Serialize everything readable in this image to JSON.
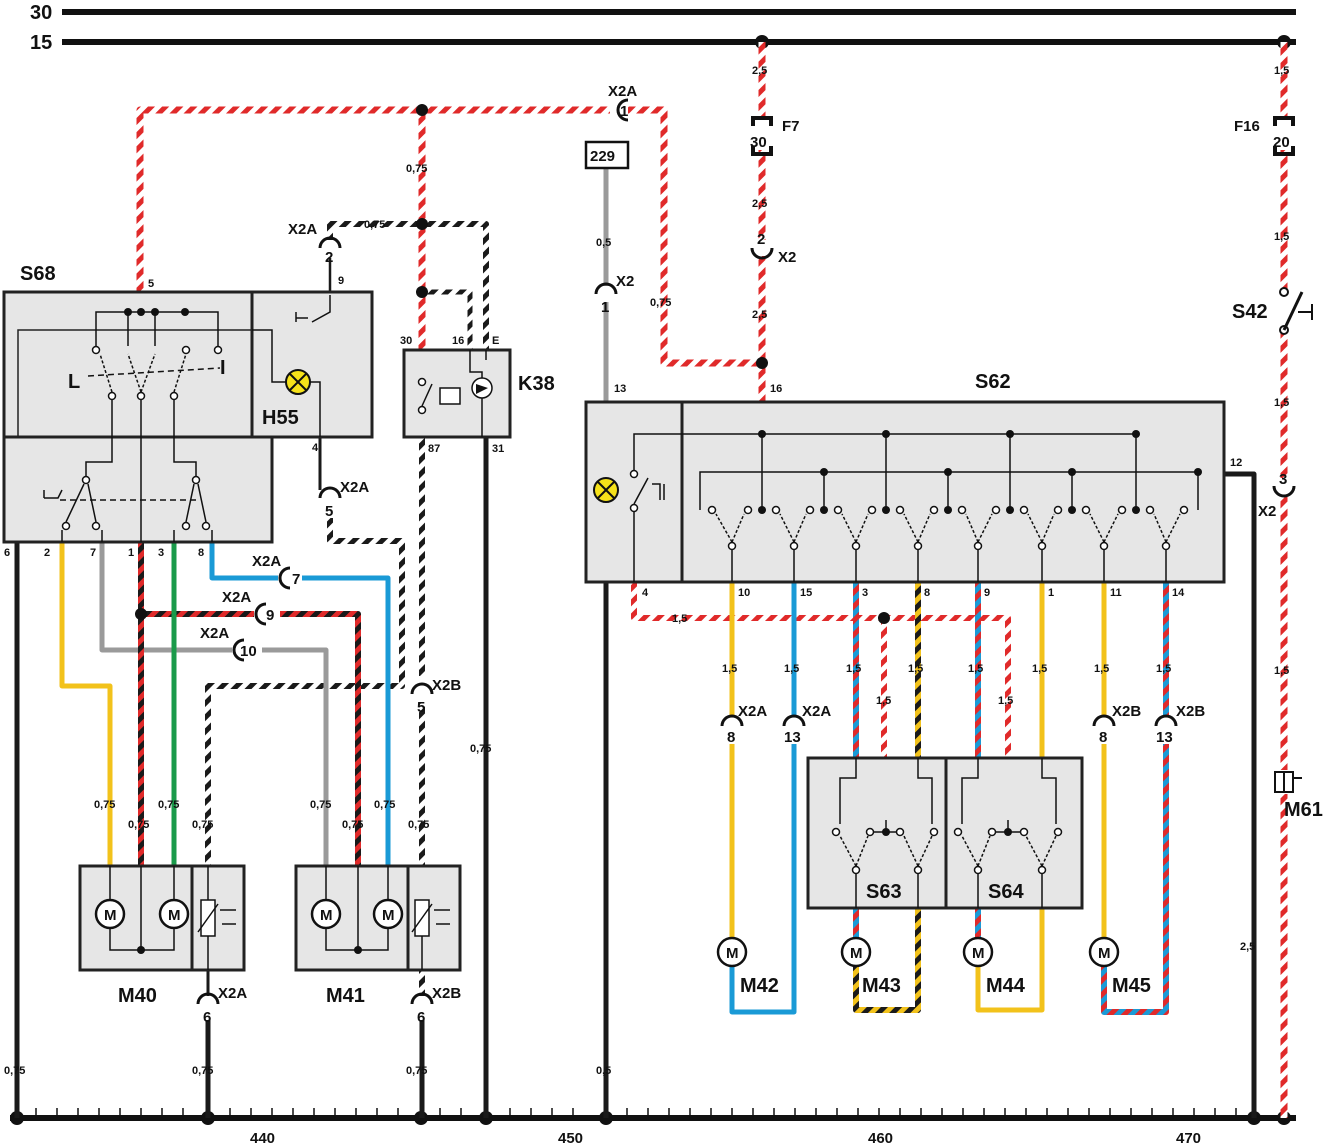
{
  "rails": {
    "r30": "30",
    "r15": "15"
  },
  "grid": [
    "440",
    "450",
    "460",
    "470"
  ],
  "components": {
    "S68": "S68",
    "H55": "H55",
    "K38": "K38",
    "S62": "S62",
    "S42": "S42",
    "F7": "F7",
    "F16": "F16",
    "M61": "M61",
    "M40": "M40",
    "M41": "M41",
    "M42": "M42",
    "M43": "M43",
    "M44": "M44",
    "M45": "M45",
    "S63": "S63",
    "S64": "S64",
    "ref229": "229",
    "motorM": "M",
    "switchL": "L",
    "switchI": "I"
  },
  "connectors": {
    "X2A": "X2A",
    "X2B": "X2B",
    "X2": "X2"
  },
  "pins": {
    "n1": "1",
    "n2": "2",
    "n3": "3",
    "n4": "4",
    "n5": "5",
    "n6": "6",
    "n7": "7",
    "n8": "8",
    "n9": "9",
    "n10": "10",
    "n11": "11",
    "n12": "12",
    "n13": "13",
    "n14": "14",
    "n15": "15",
    "n16": "16",
    "n20": "20",
    "n30": "30",
    "n31": "31",
    "n87": "87",
    "E": "E"
  },
  "sizes": {
    "s075": "0,75",
    "s05": "0,5",
    "s15": "1,5",
    "s25": "2,5"
  },
  "colors": {
    "red": "#e02a2a",
    "yellow": "#f2c21b",
    "blue": "#1a9ad6",
    "green": "#1a9a4a",
    "grey": "#9a9a9a",
    "black": "#1a1a1a",
    "lamp": "#f6e21a",
    "box": "#e6e6e6"
  }
}
